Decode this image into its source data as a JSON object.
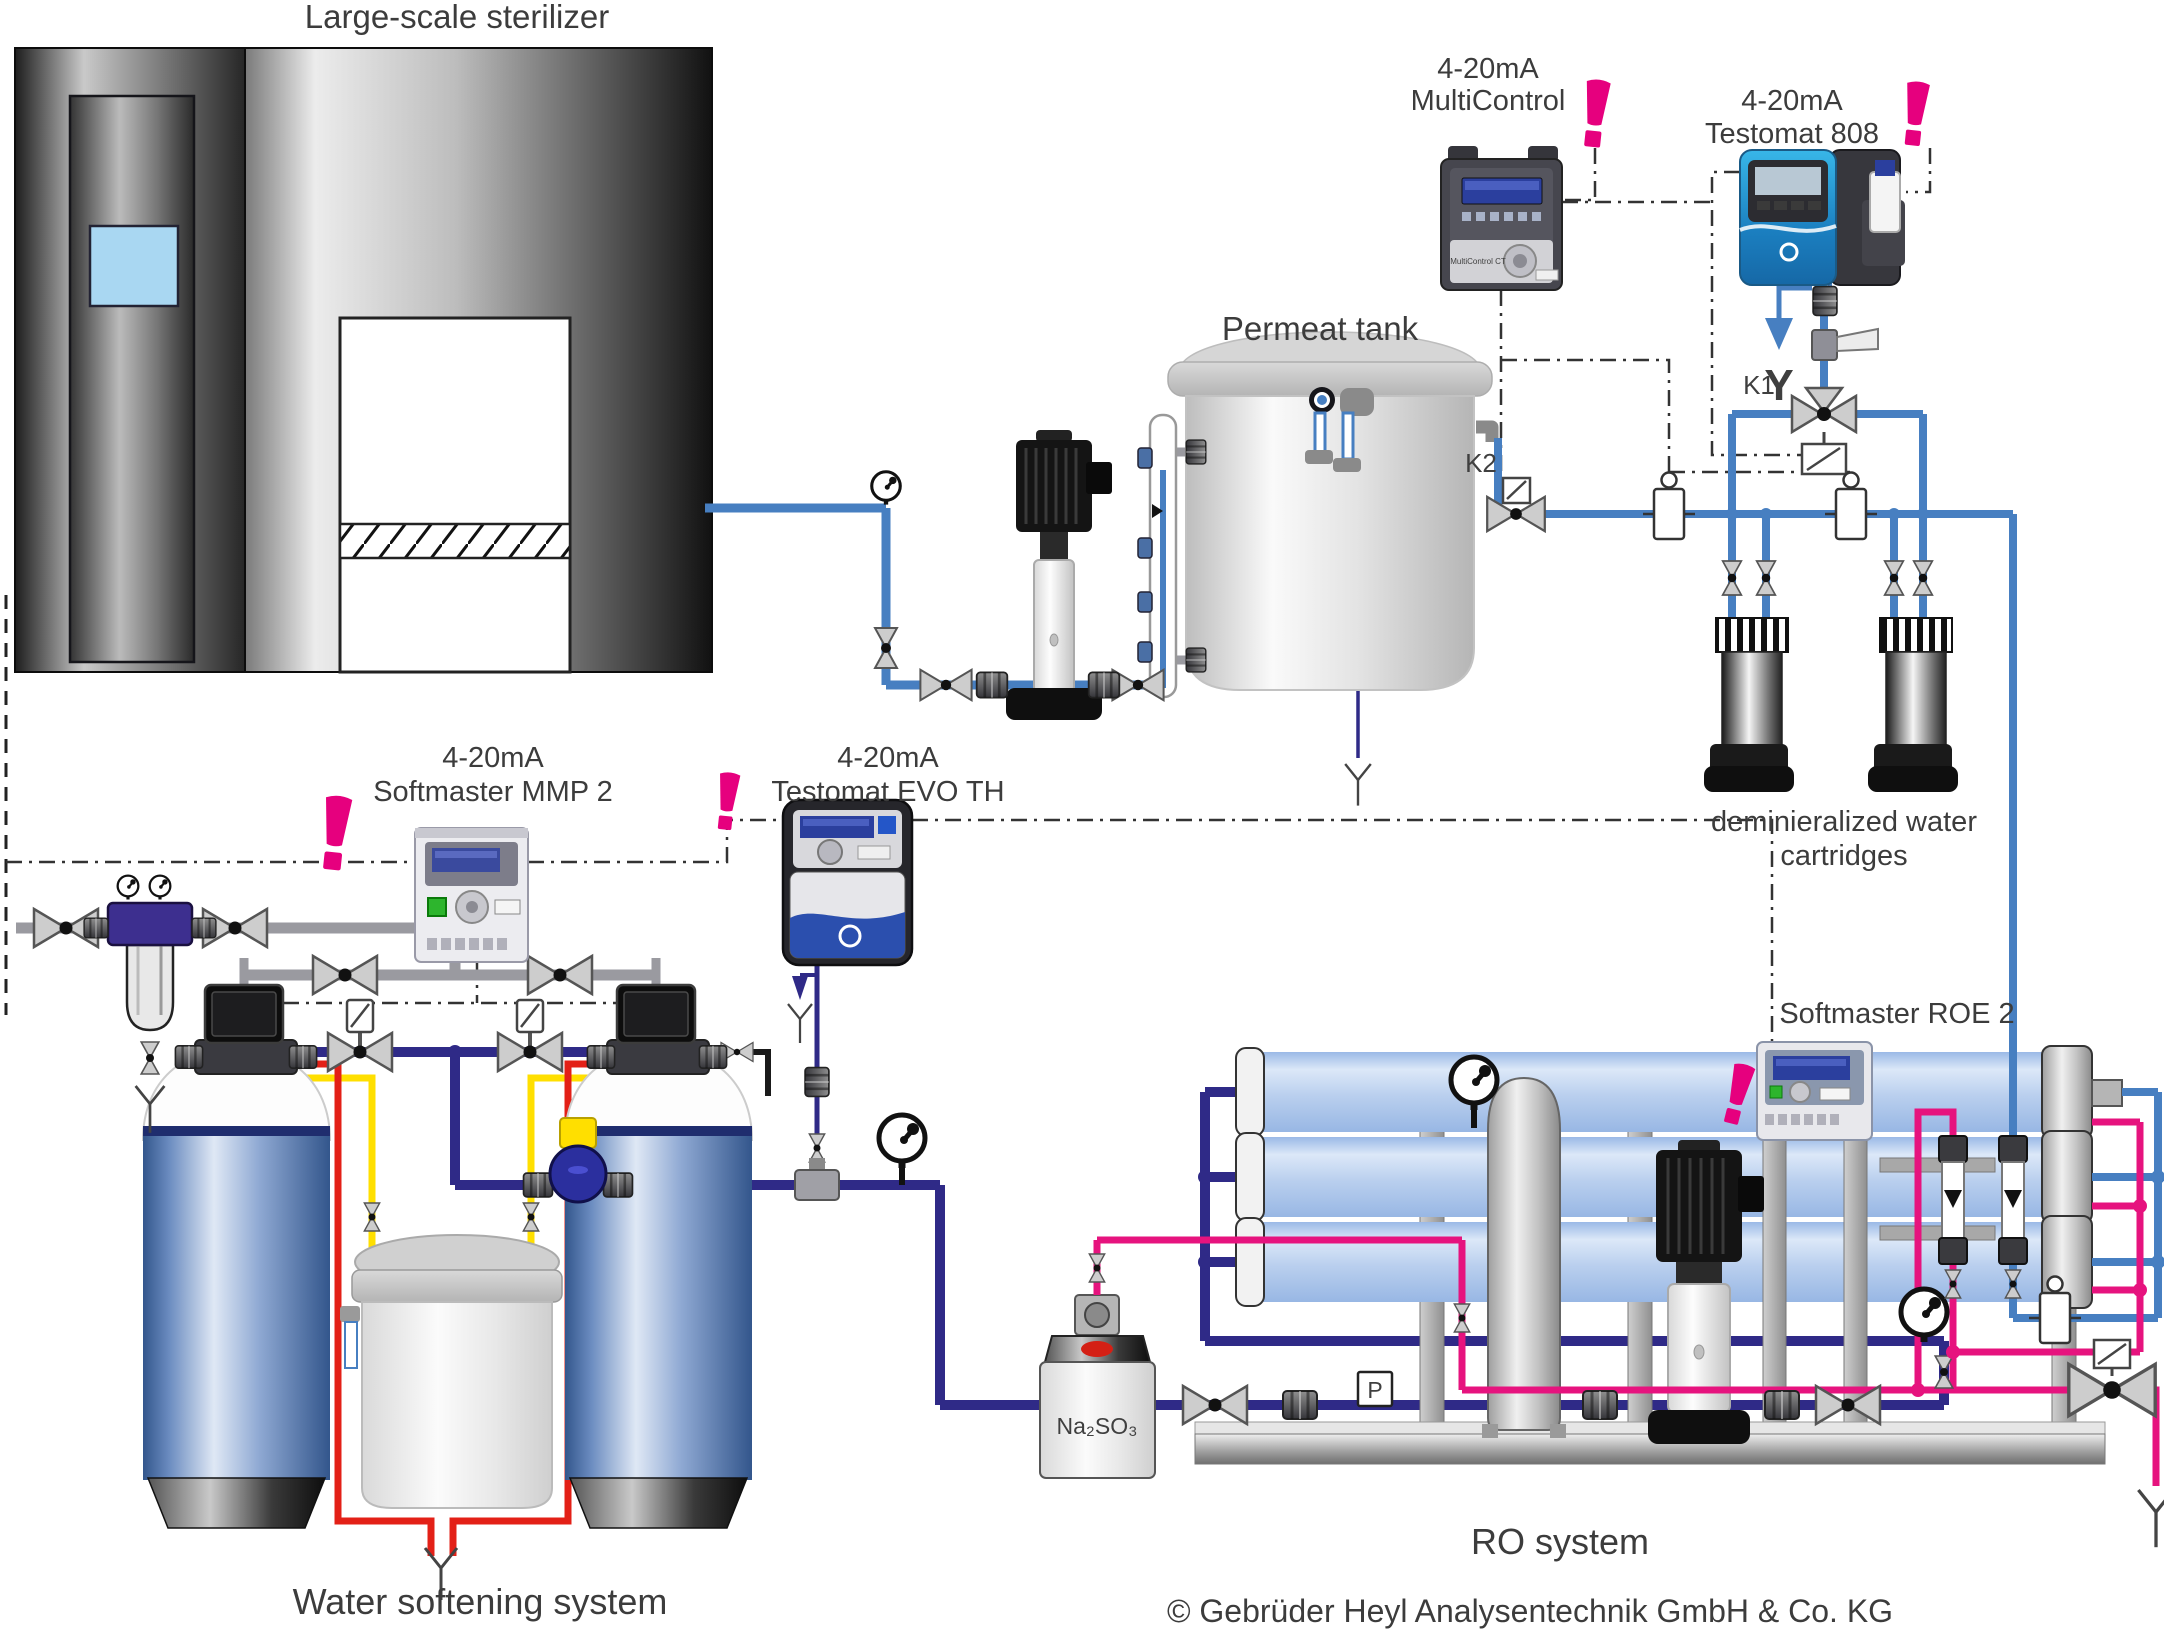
{
  "labels": {
    "sterilizer": "Large-scale sterilizer",
    "permeat_tank": "Permeat tank",
    "k1": "K1",
    "k2": "K2",
    "demin_line1": "deminieralized water",
    "demin_line2": "cartridges",
    "water_softening": "Water softening system",
    "ro_system": "RO system",
    "copyright": "© Gebrüder Heyl Analysentechnik GmbH & Co. KG",
    "drain": "Y",
    "pressure_sensor": "P",
    "chemical": "Na₂SO₃"
  },
  "devices": {
    "multicontrol": {
      "signal": "4-20mA",
      "name": "MultiControl",
      "face": "MultiControl CT"
    },
    "testomat808": {
      "signal": "4-20mA",
      "name": "Testomat 808"
    },
    "softmaster_mmp2": {
      "signal": "4-20mA",
      "name": "Softmaster MMP 2"
    },
    "testomat_evo_th": {
      "signal": "4-20mA",
      "name": "Testomat EVO TH"
    },
    "softmaster_roe2": {
      "name": "Softmaster ROE 2"
    }
  },
  "colors": {
    "pipe_blue": "#477fc1",
    "pipe_navy": "#2f2a87",
    "pipe_gray": "#9a9aa0",
    "pipe_yellow": "#ffdf00",
    "pipe_red": "#e32017",
    "pipe_pink": "#e6137e",
    "alert_pink": "#e6007e",
    "membrane_blue": "#b9cfee",
    "screen_blue": "#a9d7f2"
  }
}
